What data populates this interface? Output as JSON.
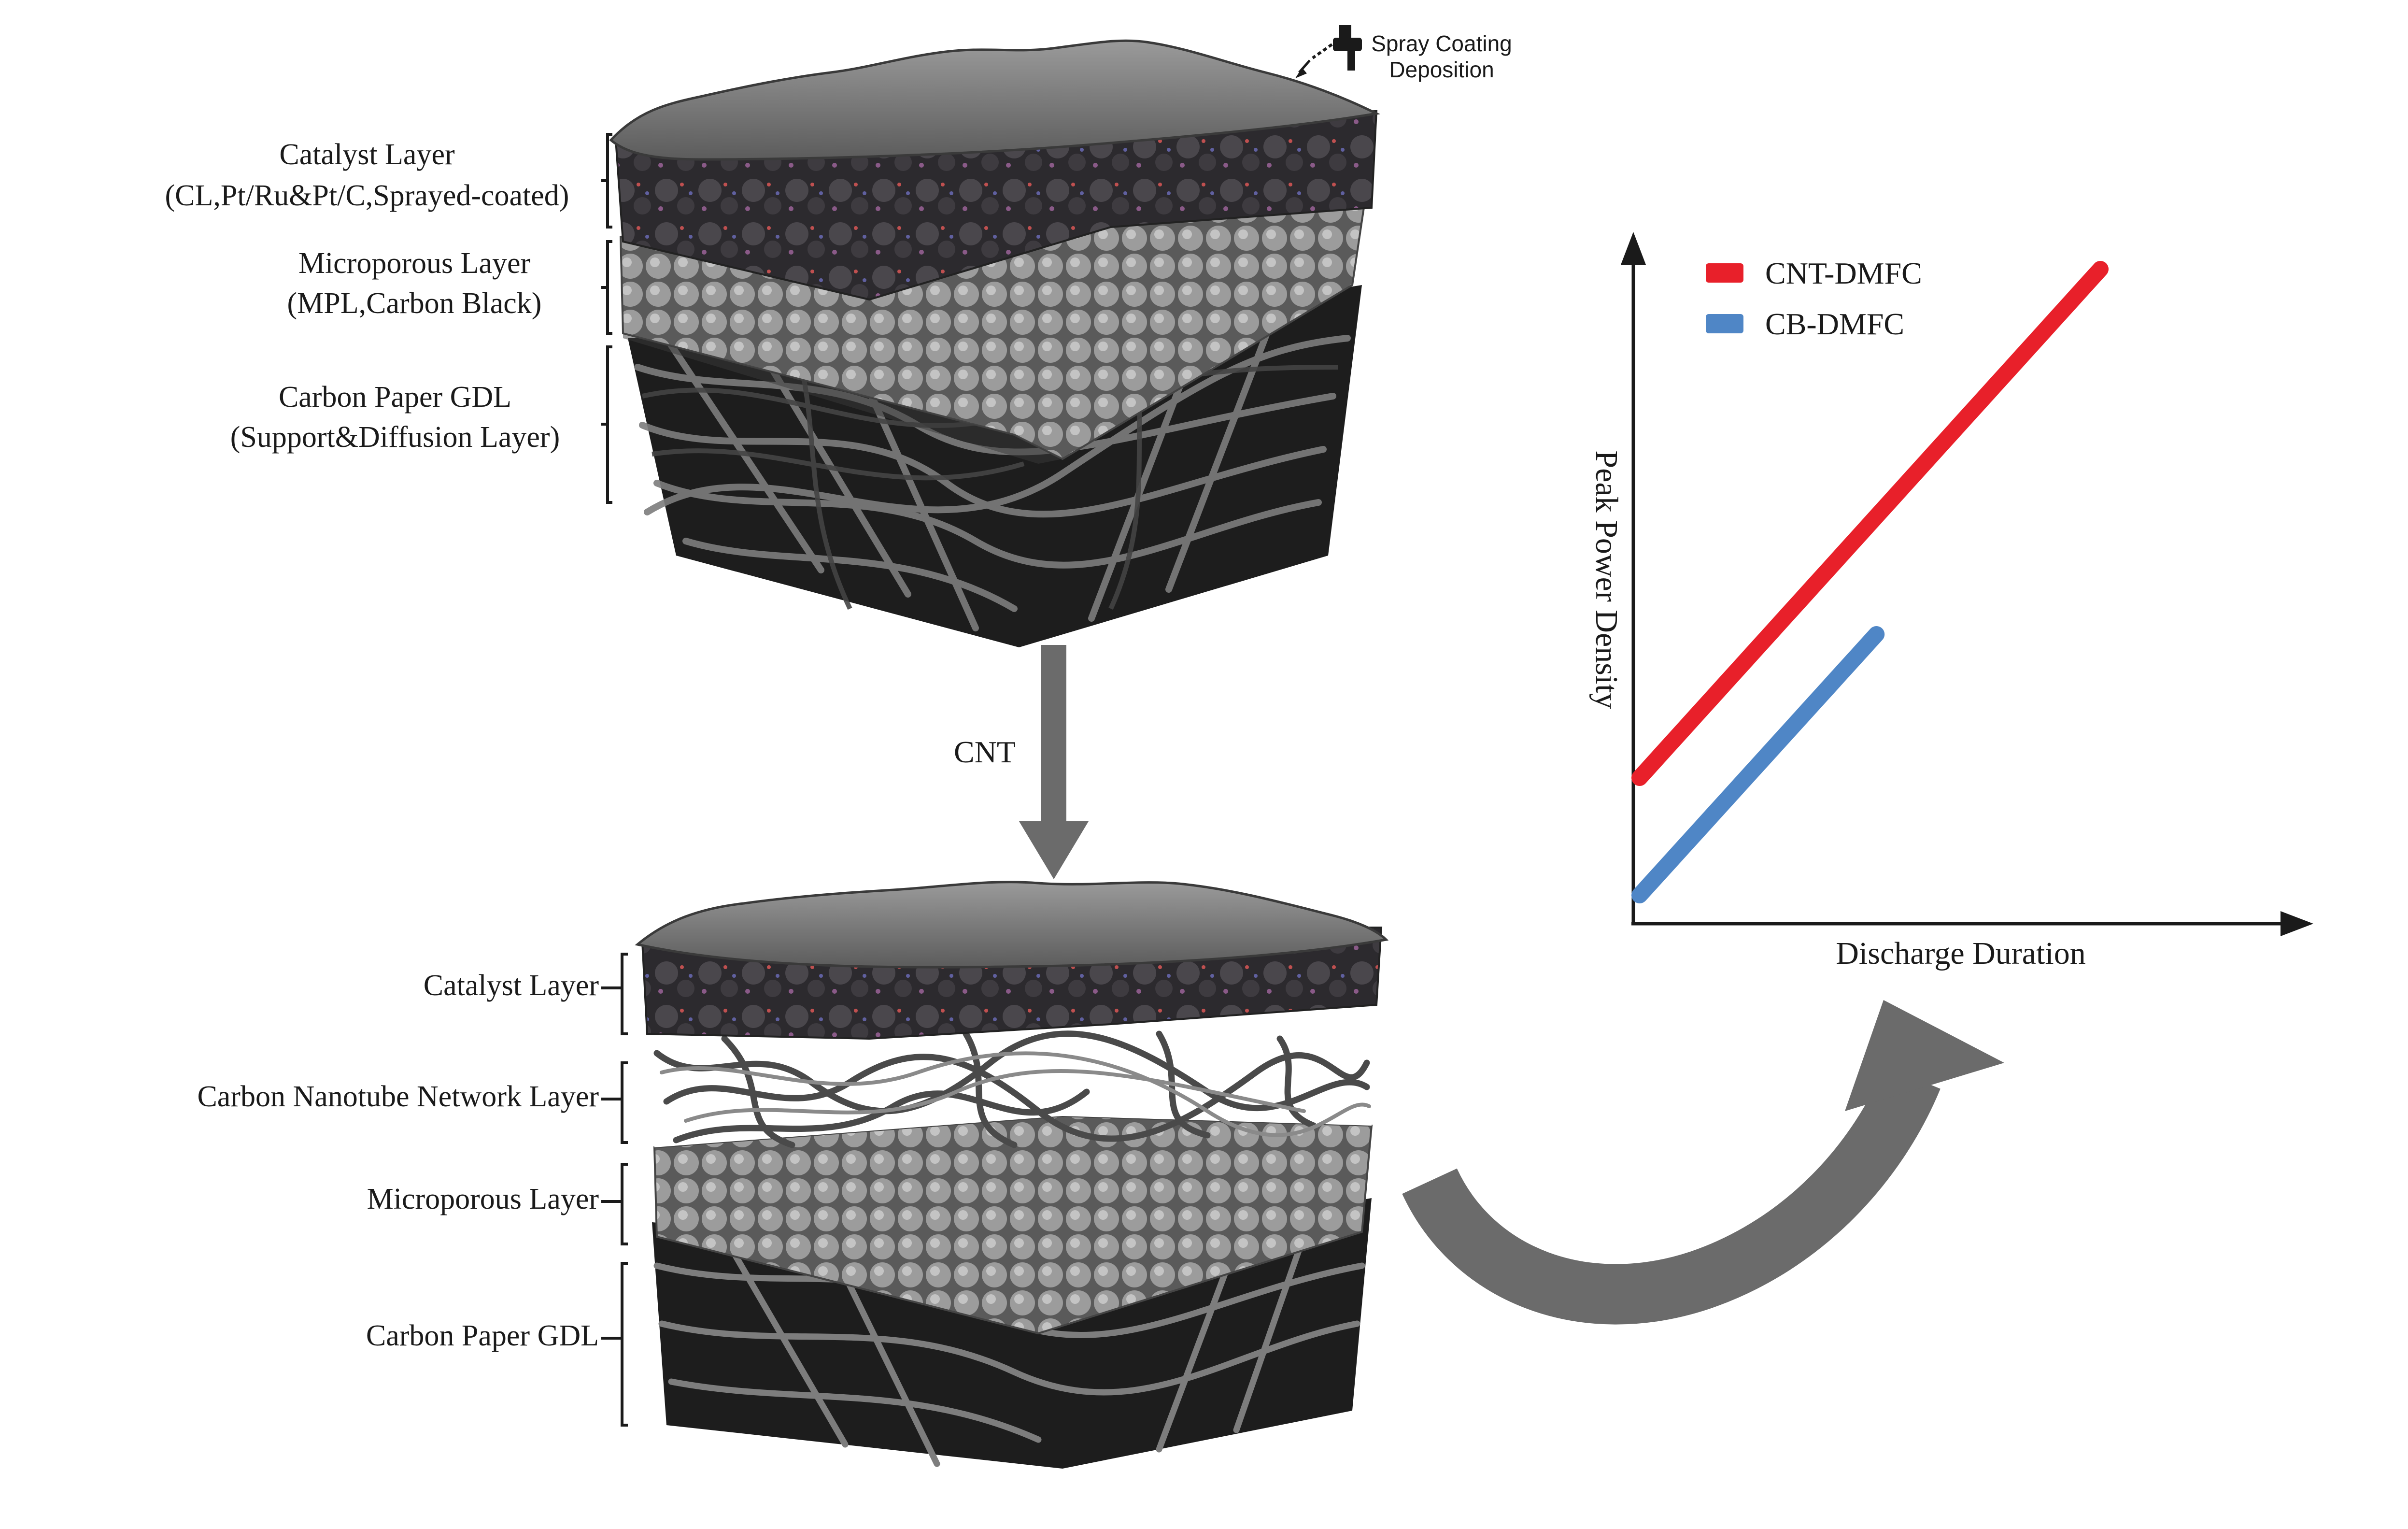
{
  "spray": {
    "line1": "Spray Coating",
    "line2": "Deposition",
    "icon": "spray-gun-icon"
  },
  "top_stack": {
    "catalyst": {
      "line1": "Catalyst Layer",
      "line2": "(CL,Pt/Ru&Pt/C,Sprayed-coated)"
    },
    "microporous": {
      "line1": "Microporous Layer",
      "line2": "(MPL,Carbon Black)"
    },
    "gdl": {
      "line1": "Carbon Paper GDL",
      "line2": "(Support&Diffusion Layer)"
    }
  },
  "transition": {
    "label": "CNT"
  },
  "bottom_stack": {
    "catalyst": "Catalyst Layer",
    "cnt": "Carbon Nanotube Network Layer",
    "microporous": "Microporous Layer",
    "gdl": "Carbon Paper GDL"
  },
  "chart_data": {
    "type": "line",
    "xlabel": "Discharge Duration",
    "ylabel": "Peak Power Density",
    "ticks": "none",
    "legend_position": "top-left",
    "series": [
      {
        "name": "CNT-DMFC",
        "color": "#e8202a",
        "x": [
          0.0,
          0.72
        ],
        "y": [
          0.2,
          0.98
        ]
      },
      {
        "name": "CB-DMFC",
        "color": "#4f86c6",
        "x": [
          0.0,
          0.37
        ],
        "y": [
          0.02,
          0.42
        ]
      }
    ]
  }
}
